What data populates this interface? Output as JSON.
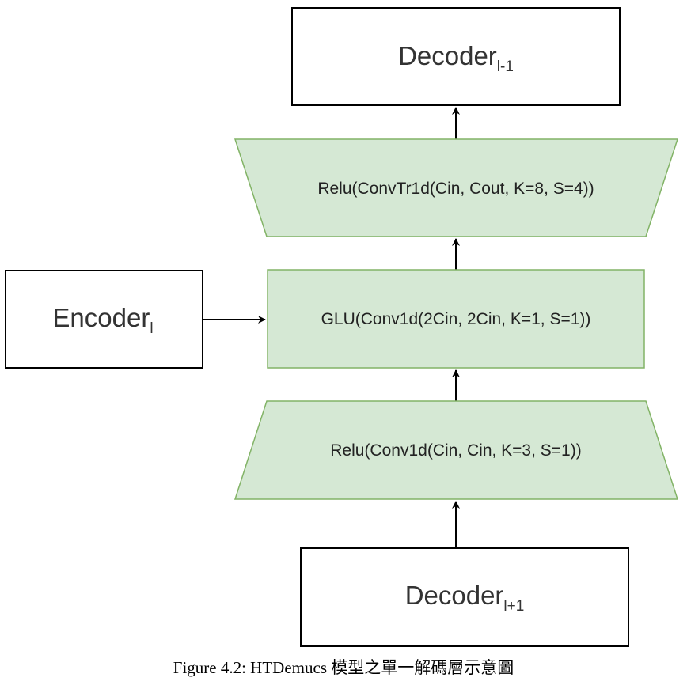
{
  "nodes": {
    "decoder_prev": {
      "name": "Decoder",
      "subscript": "l-1"
    },
    "convtr": {
      "text": "Relu(ConvTr1d(Cin, Cout, K=8, S=4))"
    },
    "glu": {
      "text": "GLU(Conv1d(2Cin, 2Cin, K=1, S=1))"
    },
    "conv": {
      "text": "Relu(Conv1d(Cin, Cin, K=3, S=1))"
    },
    "encoder": {
      "name": "Encoder",
      "subscript": "l"
    },
    "decoder_next": {
      "name": "Decoder",
      "subscript": "l+1"
    }
  },
  "caption": "Figure 4.2: HTDemucs 模型之單一解碼層示意圖",
  "colors": {
    "op_fill": "#d5e8d4",
    "op_stroke": "#82b366",
    "box_stroke": "#000000",
    "arrow": "#000000"
  }
}
